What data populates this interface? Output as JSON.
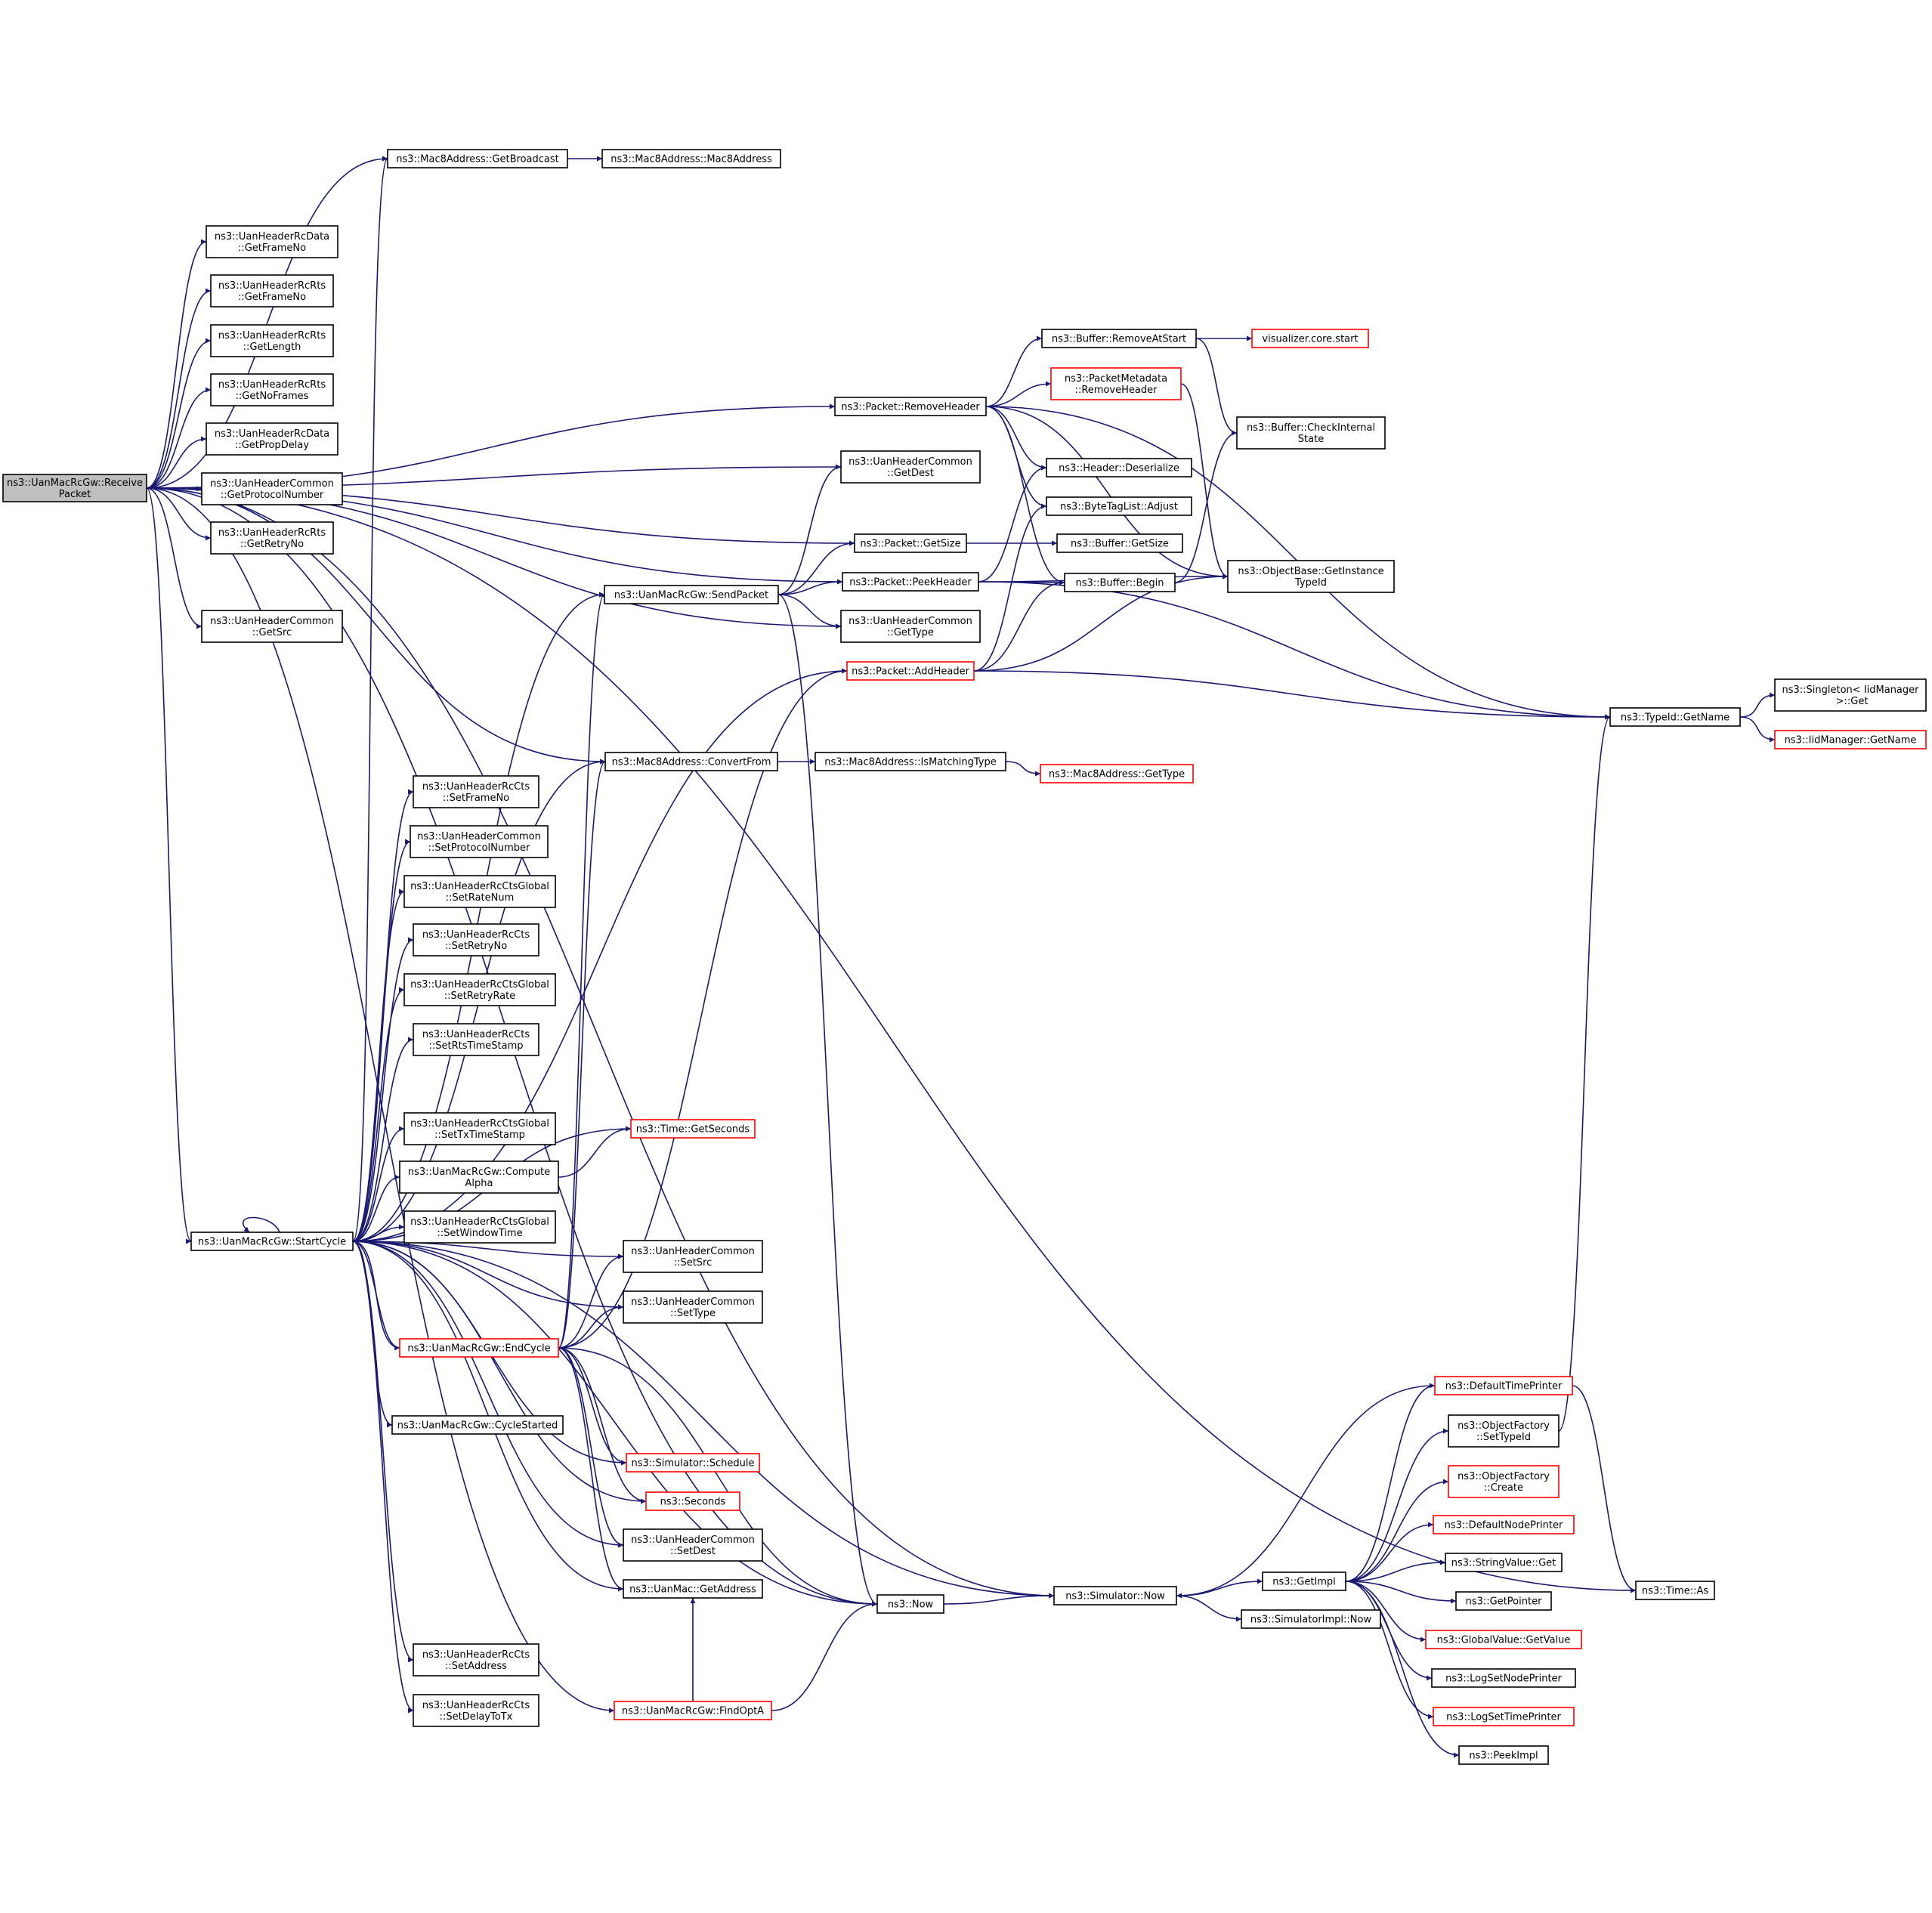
{
  "colors": {
    "edge": "#191970",
    "node_border": "#000000",
    "node_border_truncated": "#ff0000",
    "root_fill": "#bfbfbf",
    "node_fill": "#ffffff"
  },
  "nodes": [
    {
      "id": "root",
      "lines": [
        "ns3::UanMacRcGw::Receive",
        "Packet"
      ],
      "style": "root"
    },
    {
      "id": "getBroadcast",
      "lines": [
        "ns3::Mac8Address::GetBroadcast"
      ],
      "style": "normal"
    },
    {
      "id": "mac8ctor",
      "lines": [
        "ns3::Mac8Address::Mac8Address"
      ],
      "style": "normal"
    },
    {
      "id": "rcDataGetFrameNo",
      "lines": [
        "ns3::UanHeaderRcData",
        "::GetFrameNo"
      ],
      "style": "normal"
    },
    {
      "id": "rcRtsGetFrameNo",
      "lines": [
        "ns3::UanHeaderRcRts",
        "::GetFrameNo"
      ],
      "style": "normal"
    },
    {
      "id": "rcRtsGetLength",
      "lines": [
        "ns3::UanHeaderRcRts",
        "::GetLength"
      ],
      "style": "normal"
    },
    {
      "id": "rcRtsGetNoFrames",
      "lines": [
        "ns3::UanHeaderRcRts",
        "::GetNoFrames"
      ],
      "style": "normal"
    },
    {
      "id": "rcDataGetPropDelay",
      "lines": [
        "ns3::UanHeaderRcData",
        "::GetPropDelay"
      ],
      "style": "normal"
    },
    {
      "id": "commonGetProtocolNumber",
      "lines": [
        "ns3::UanHeaderCommon",
        "::GetProtocolNumber"
      ],
      "style": "normal"
    },
    {
      "id": "rcRtsGetRetryNo",
      "lines": [
        "ns3::UanHeaderRcRts",
        "::GetRetryNo"
      ],
      "style": "normal"
    },
    {
      "id": "commonGetSrc",
      "lines": [
        "ns3::UanHeaderCommon",
        "::GetSrc"
      ],
      "style": "normal"
    },
    {
      "id": "startCycle",
      "lines": [
        "ns3::UanMacRcGw::StartCycle"
      ],
      "style": "normal"
    },
    {
      "id": "removeHeader",
      "lines": [
        "ns3::Packet::RemoveHeader"
      ],
      "style": "normal"
    },
    {
      "id": "commonGetDest",
      "lines": [
        "ns3::UanHeaderCommon",
        "::GetDest"
      ],
      "style": "normal"
    },
    {
      "id": "packetGetSize",
      "lines": [
        "ns3::Packet::GetSize"
      ],
      "style": "normal"
    },
    {
      "id": "sendPacket",
      "lines": [
        "ns3::UanMacRcGw::SendPacket"
      ],
      "style": "normal"
    },
    {
      "id": "peekHeader",
      "lines": [
        "ns3::Packet::PeekHeader"
      ],
      "style": "normal"
    },
    {
      "id": "commonGetType",
      "lines": [
        "ns3::UanHeaderCommon",
        "::GetType"
      ],
      "style": "normal"
    },
    {
      "id": "addHeader",
      "lines": [
        "ns3::Packet::AddHeader"
      ],
      "style": "truncated"
    },
    {
      "id": "convertFrom",
      "lines": [
        "ns3::Mac8Address::ConvertFrom"
      ],
      "style": "normal"
    },
    {
      "id": "isMatchingType",
      "lines": [
        "ns3::Mac8Address::IsMatchingType"
      ],
      "style": "normal"
    },
    {
      "id": "mac8GetType",
      "lines": [
        "ns3::Mac8Address::GetType"
      ],
      "style": "truncated"
    },
    {
      "id": "ctsSetFrameNo",
      "lines": [
        "ns3::UanHeaderRcCts",
        "::SetFrameNo"
      ],
      "style": "normal"
    },
    {
      "id": "commonSetProtocolNumber",
      "lines": [
        "ns3::UanHeaderCommon",
        "::SetProtocolNumber"
      ],
      "style": "normal"
    },
    {
      "id": "ctsGlobalSetRateNum",
      "lines": [
        "ns3::UanHeaderRcCtsGlobal",
        "::SetRateNum"
      ],
      "style": "normal"
    },
    {
      "id": "ctsSetRetryNo",
      "lines": [
        "ns3::UanHeaderRcCts",
        "::SetRetryNo"
      ],
      "style": "normal"
    },
    {
      "id": "ctsGlobalSetRetryRate",
      "lines": [
        "ns3::UanHeaderRcCtsGlobal",
        "::SetRetryRate"
      ],
      "style": "normal"
    },
    {
      "id": "ctsSetRtsTimeStamp",
      "lines": [
        "ns3::UanHeaderRcCts",
        "::SetRtsTimeStamp"
      ],
      "style": "normal"
    },
    {
      "id": "ctsGlobalSetTxTimeStamp",
      "lines": [
        "ns3::UanHeaderRcCtsGlobal",
        "::SetTxTimeStamp"
      ],
      "style": "normal"
    },
    {
      "id": "timeGetSeconds",
      "lines": [
        "ns3::Time::GetSeconds"
      ],
      "style": "truncated"
    },
    {
      "id": "computeAlpha",
      "lines": [
        "ns3::UanMacRcGw::Compute",
        "Alpha"
      ],
      "style": "normal"
    },
    {
      "id": "ctsGlobalSetWindowTime",
      "lines": [
        "ns3::UanHeaderRcCtsGlobal",
        "::SetWindowTime"
      ],
      "style": "normal"
    },
    {
      "id": "commonSetSrc",
      "lines": [
        "ns3::UanHeaderCommon",
        "::SetSrc"
      ],
      "style": "normal"
    },
    {
      "id": "commonSetType",
      "lines": [
        "ns3::UanHeaderCommon",
        "::SetType"
      ],
      "style": "normal"
    },
    {
      "id": "endCycle",
      "lines": [
        "ns3::UanMacRcGw::EndCycle"
      ],
      "style": "truncated"
    },
    {
      "id": "cycleStarted",
      "lines": [
        "ns3::UanMacRcGw::CycleStarted"
      ],
      "style": "normal"
    },
    {
      "id": "simSchedule",
      "lines": [
        "ns3::Simulator::Schedule"
      ],
      "style": "truncated"
    },
    {
      "id": "seconds",
      "lines": [
        "ns3::Seconds"
      ],
      "style": "truncated"
    },
    {
      "id": "commonSetDest",
      "lines": [
        "ns3::UanHeaderCommon",
        "::SetDest"
      ],
      "style": "normal"
    },
    {
      "id": "uanMacGetAddress",
      "lines": [
        "ns3::UanMac::GetAddress"
      ],
      "style": "normal"
    },
    {
      "id": "now",
      "lines": [
        "ns3::Now"
      ],
      "style": "normal"
    },
    {
      "id": "ctsSetAddress",
      "lines": [
        "ns3::UanHeaderRcCts",
        "::SetAddress"
      ],
      "style": "normal"
    },
    {
      "id": "ctsSetDelayToTx",
      "lines": [
        "ns3::UanHeaderRcCts",
        "::SetDelayToTx"
      ],
      "style": "normal"
    },
    {
      "id": "findOptA",
      "lines": [
        "ns3::UanMacRcGw::FindOptA"
      ],
      "style": "truncated"
    },
    {
      "id": "bufRemoveAtStart",
      "lines": [
        "ns3::Buffer::RemoveAtStart"
      ],
      "style": "normal"
    },
    {
      "id": "vizStart",
      "lines": [
        "visualizer.core.start"
      ],
      "style": "truncated"
    },
    {
      "id": "pmRemoveHeader",
      "lines": [
        "ns3::PacketMetadata",
        "::RemoveHeader"
      ],
      "style": "truncated"
    },
    {
      "id": "bufCheckInternal",
      "lines": [
        "ns3::Buffer::CheckInternal",
        "State"
      ],
      "style": "normal"
    },
    {
      "id": "headerDeserialize",
      "lines": [
        "ns3::Header::Deserialize"
      ],
      "style": "normal"
    },
    {
      "id": "byteTagAdjust",
      "lines": [
        "ns3::ByteTagList::Adjust"
      ],
      "style": "normal"
    },
    {
      "id": "bufGetSize",
      "lines": [
        "ns3::Buffer::GetSize"
      ],
      "style": "normal"
    },
    {
      "id": "bufBegin",
      "lines": [
        "ns3::Buffer::Begin"
      ],
      "style": "normal"
    },
    {
      "id": "objGetInstanceTypeId",
      "lines": [
        "ns3::ObjectBase::GetInstance",
        "TypeId"
      ],
      "style": "normal"
    },
    {
      "id": "typeIdGetName",
      "lines": [
        "ns3::TypeId::GetName"
      ],
      "style": "normal"
    },
    {
      "id": "singletonGet",
      "lines": [
        "ns3::Singleton< IidManager",
        " >::Get"
      ],
      "style": "normal"
    },
    {
      "id": "iidGetName",
      "lines": [
        "ns3::IidManager::GetName"
      ],
      "style": "truncated"
    },
    {
      "id": "simNow",
      "lines": [
        "ns3::Simulator::Now"
      ],
      "style": "normal"
    },
    {
      "id": "getImpl",
      "lines": [
        "ns3::GetImpl"
      ],
      "style": "normal"
    },
    {
      "id": "simImplNow",
      "lines": [
        "ns3::SimulatorImpl::Now"
      ],
      "style": "normal"
    },
    {
      "id": "defaultTimePrinter",
      "lines": [
        "ns3::DefaultTimePrinter"
      ],
      "style": "truncated"
    },
    {
      "id": "ofSetTypeId",
      "lines": [
        "ns3::ObjectFactory",
        "::SetTypeId"
      ],
      "style": "normal"
    },
    {
      "id": "ofCreate",
      "lines": [
        "ns3::ObjectFactory",
        "::Create"
      ],
      "style": "truncated"
    },
    {
      "id": "defaultNodePrinter",
      "lines": [
        "ns3::DefaultNodePrinter"
      ],
      "style": "truncated"
    },
    {
      "id": "stringValueGet",
      "lines": [
        "ns3::StringValue::Get"
      ],
      "style": "normal"
    },
    {
      "id": "getPointer",
      "lines": [
        "ns3::GetPointer"
      ],
      "style": "normal"
    },
    {
      "id": "globalValueGetValue",
      "lines": [
        "ns3::GlobalValue::GetValue"
      ],
      "style": "truncated"
    },
    {
      "id": "logSetNodePrinter",
      "lines": [
        "ns3::LogSetNodePrinter"
      ],
      "style": "normal"
    },
    {
      "id": "logSetTimePrinter",
      "lines": [
        "ns3::LogSetTimePrinter"
      ],
      "style": "truncated"
    },
    {
      "id": "peekImpl",
      "lines": [
        "ns3::PeekImpl"
      ],
      "style": "normal"
    },
    {
      "id": "timeAs",
      "lines": [
        "ns3::Time::As"
      ],
      "style": "normal"
    }
  ],
  "edges": [
    [
      "root",
      "getBroadcast"
    ],
    [
      "root",
      "rcDataGetFrameNo"
    ],
    [
      "root",
      "rcRtsGetFrameNo"
    ],
    [
      "root",
      "rcRtsGetLength"
    ],
    [
      "root",
      "rcRtsGetNoFrames"
    ],
    [
      "root",
      "rcDataGetPropDelay"
    ],
    [
      "root",
      "commonGetProtocolNumber"
    ],
    [
      "root",
      "rcRtsGetRetryNo"
    ],
    [
      "root",
      "commonGetSrc"
    ],
    [
      "root",
      "startCycle"
    ],
    [
      "root",
      "removeHeader"
    ],
    [
      "root",
      "commonGetDest"
    ],
    [
      "root",
      "packetGetSize"
    ],
    [
      "root",
      "peekHeader"
    ],
    [
      "root",
      "commonGetType"
    ],
    [
      "root",
      "convertFrom"
    ],
    [
      "root",
      "now"
    ],
    [
      "root",
      "simNow"
    ],
    [
      "root",
      "findOptA"
    ],
    [
      "getBroadcast",
      "mac8ctor"
    ],
    [
      "startCycle",
      "startCycle"
    ],
    [
      "startCycle",
      "getBroadcast"
    ],
    [
      "startCycle",
      "sendPacket"
    ],
    [
      "startCycle",
      "addHeader"
    ],
    [
      "startCycle",
      "convertFrom"
    ],
    [
      "startCycle",
      "ctsSetFrameNo"
    ],
    [
      "startCycle",
      "commonSetProtocolNumber"
    ],
    [
      "startCycle",
      "ctsGlobalSetRateNum"
    ],
    [
      "startCycle",
      "ctsSetRetryNo"
    ],
    [
      "startCycle",
      "ctsGlobalSetRetryRate"
    ],
    [
      "startCycle",
      "ctsSetRtsTimeStamp"
    ],
    [
      "startCycle",
      "ctsGlobalSetTxTimeStamp"
    ],
    [
      "startCycle",
      "timeGetSeconds"
    ],
    [
      "startCycle",
      "computeAlpha"
    ],
    [
      "startCycle",
      "ctsGlobalSetWindowTime"
    ],
    [
      "startCycle",
      "commonSetSrc"
    ],
    [
      "startCycle",
      "commonSetType"
    ],
    [
      "startCycle",
      "endCycle"
    ],
    [
      "startCycle",
      "cycleStarted"
    ],
    [
      "startCycle",
      "simSchedule"
    ],
    [
      "startCycle",
      "seconds"
    ],
    [
      "startCycle",
      "commonSetDest"
    ],
    [
      "startCycle",
      "uanMacGetAddress"
    ],
    [
      "startCycle",
      "now"
    ],
    [
      "startCycle",
      "ctsSetAddress"
    ],
    [
      "startCycle",
      "ctsSetDelayToTx"
    ],
    [
      "startCycle",
      "simNow"
    ],
    [
      "sendPacket",
      "commonGetDest"
    ],
    [
      "sendPacket",
      "packetGetSize"
    ],
    [
      "sendPacket",
      "peekHeader"
    ],
    [
      "sendPacket",
      "commonGetType"
    ],
    [
      "sendPacket",
      "now"
    ],
    [
      "removeHeader",
      "bufRemoveAtStart"
    ],
    [
      "removeHeader",
      "pmRemoveHeader"
    ],
    [
      "removeHeader",
      "headerDeserialize"
    ],
    [
      "removeHeader",
      "byteTagAdjust"
    ],
    [
      "removeHeader",
      "bufBegin"
    ],
    [
      "removeHeader",
      "objGetInstanceTypeId"
    ],
    [
      "removeHeader",
      "typeIdGetName"
    ],
    [
      "packetGetSize",
      "bufGetSize"
    ],
    [
      "peekHeader",
      "headerDeserialize"
    ],
    [
      "peekHeader",
      "bufBegin"
    ],
    [
      "peekHeader",
      "objGetInstanceTypeId"
    ],
    [
      "peekHeader",
      "typeIdGetName"
    ],
    [
      "addHeader",
      "byteTagAdjust"
    ],
    [
      "addHeader",
      "bufBegin"
    ],
    [
      "addHeader",
      "objGetInstanceTypeId"
    ],
    [
      "addHeader",
      "typeIdGetName"
    ],
    [
      "convertFrom",
      "isMatchingType"
    ],
    [
      "isMatchingType",
      "mac8GetType"
    ],
    [
      "computeAlpha",
      "timeGetSeconds"
    ],
    [
      "endCycle",
      "startCycle"
    ],
    [
      "endCycle",
      "sendPacket"
    ],
    [
      "endCycle",
      "addHeader"
    ],
    [
      "endCycle",
      "convertFrom"
    ],
    [
      "endCycle",
      "commonSetSrc"
    ],
    [
      "endCycle",
      "commonSetType"
    ],
    [
      "endCycle",
      "simSchedule"
    ],
    [
      "endCycle",
      "seconds"
    ],
    [
      "endCycle",
      "commonSetDest"
    ],
    [
      "endCycle",
      "uanMacGetAddress"
    ],
    [
      "endCycle",
      "now"
    ],
    [
      "findOptA",
      "uanMacGetAddress"
    ],
    [
      "findOptA",
      "now"
    ],
    [
      "now",
      "simNow"
    ],
    [
      "bufRemoveAtStart",
      "vizStart"
    ],
    [
      "bufRemoveAtStart",
      "bufCheckInternal"
    ],
    [
      "pmRemoveHeader",
      "objGetInstanceTypeId"
    ],
    [
      "bufBegin",
      "bufCheckInternal"
    ],
    [
      "typeIdGetName",
      "singletonGet"
    ],
    [
      "typeIdGetName",
      "iidGetName"
    ],
    [
      "simNow",
      "getImpl"
    ],
    [
      "simNow",
      "simImplNow"
    ],
    [
      "getImpl",
      "defaultTimePrinter"
    ],
    [
      "getImpl",
      "ofSetTypeId"
    ],
    [
      "getImpl",
      "ofCreate"
    ],
    [
      "getImpl",
      "defaultNodePrinter"
    ],
    [
      "getImpl",
      "stringValueGet"
    ],
    [
      "getImpl",
      "getPointer"
    ],
    [
      "getImpl",
      "globalValueGetValue"
    ],
    [
      "getImpl",
      "logSetNodePrinter"
    ],
    [
      "getImpl",
      "logSetTimePrinter"
    ],
    [
      "getImpl",
      "peekImpl"
    ],
    [
      "defaultTimePrinter",
      "simNow"
    ],
    [
      "defaultTimePrinter",
      "timeAs"
    ],
    [
      "ofSetTypeId",
      "typeIdGetName"
    ],
    [
      "root",
      "timeAs"
    ]
  ]
}
